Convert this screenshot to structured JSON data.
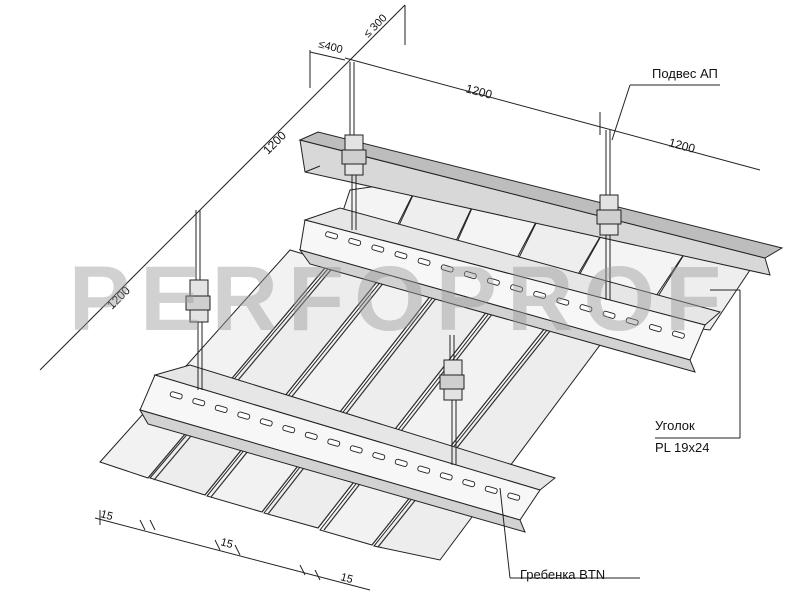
{
  "watermark": {
    "text": "PERFOPROF",
    "colors": {
      "dark": "#3b3b3b",
      "red": "#e8423c"
    }
  },
  "labels": {
    "hanger": "Подвес АП",
    "angle_line1": "Уголок",
    "angle_line2": "PL 19x24",
    "comb": "Гребенка BTN"
  },
  "dimensions": {
    "spacing_top_1": "1200",
    "spacing_top_2": "1200",
    "spacing_left": "1200",
    "spacing_left_lower": "1200",
    "edge_offset_1": "≤400",
    "edge_offset_2": "≤ 300",
    "gap_1": "15",
    "gap_2": "15",
    "gap_3": "15"
  },
  "colors": {
    "line": "#222222",
    "panel_fill": "#efefef",
    "panel_dark": "#cfcfcf"
  }
}
